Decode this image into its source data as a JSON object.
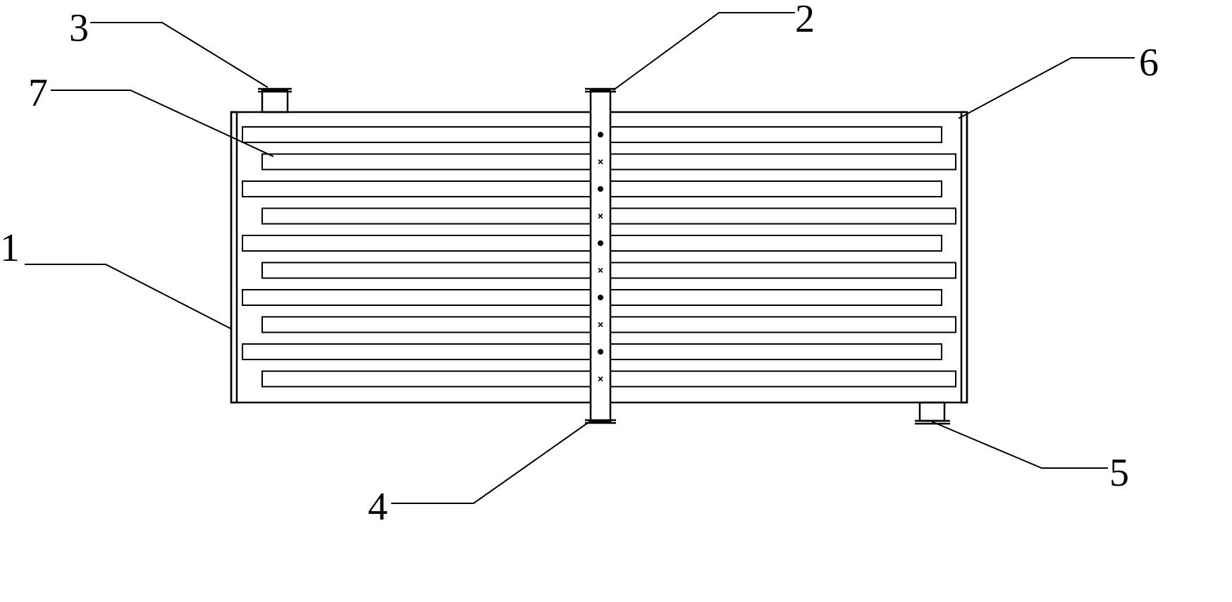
{
  "callouts": [
    {
      "id": "1",
      "text": "1"
    },
    {
      "id": "2",
      "text": "2"
    },
    {
      "id": "3",
      "text": "3"
    },
    {
      "id": "4",
      "text": "4"
    },
    {
      "id": "5",
      "text": "5"
    },
    {
      "id": "6",
      "text": "6"
    },
    {
      "id": "7",
      "text": "7"
    }
  ],
  "channel_count": 10,
  "hole_markers": [
    "dot",
    "x",
    "dot",
    "x",
    "dot",
    "x",
    "dot",
    "x",
    "dot",
    "x"
  ]
}
